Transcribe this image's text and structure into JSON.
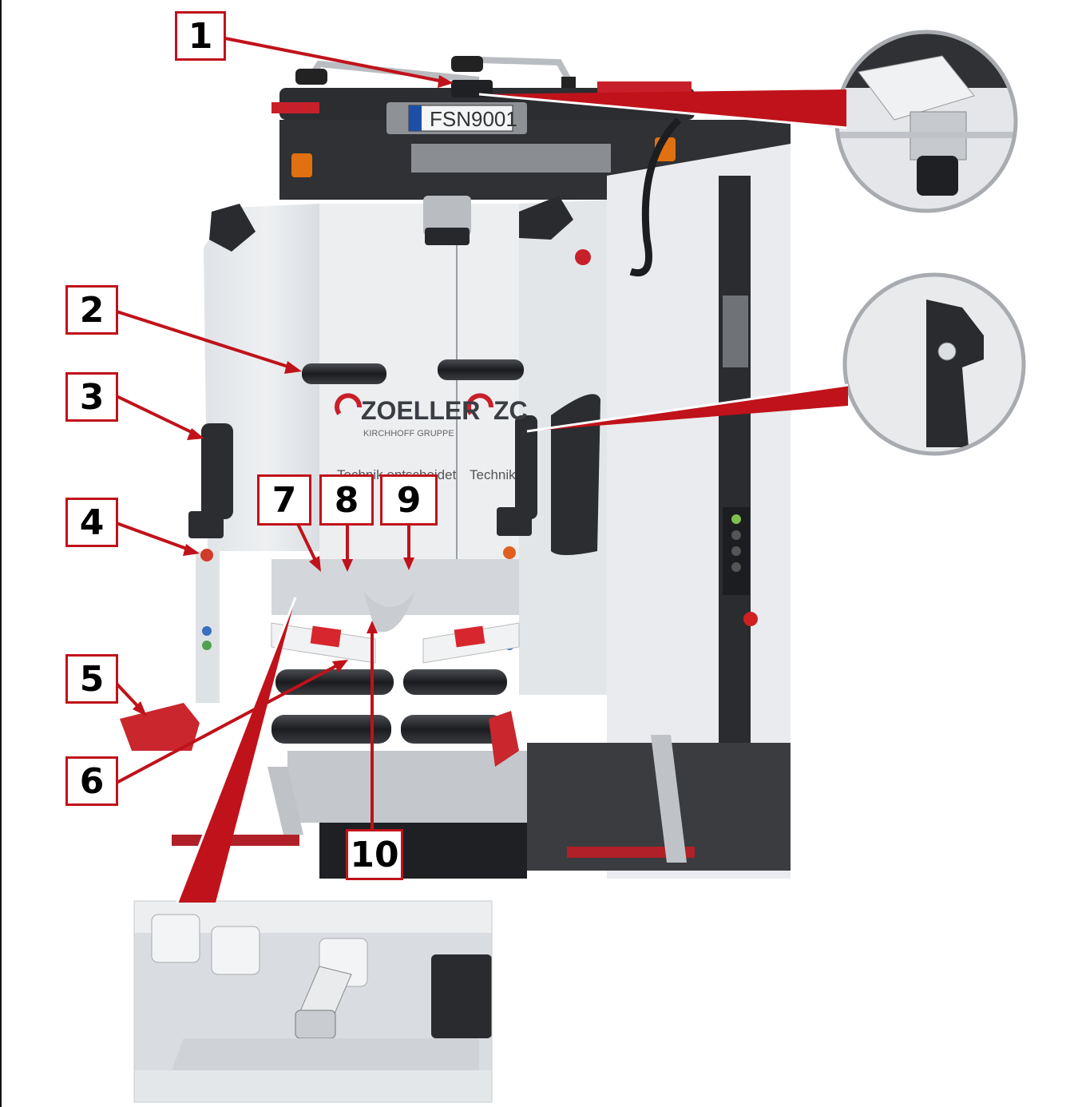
{
  "colors": {
    "callout_border": "#c0121a",
    "leader_line": "#c0121a",
    "truck_body": "#e6e9ec",
    "dark_parts": "#2b2d30",
    "red_accents": "#c8202a"
  },
  "truck": {
    "license_plate": "FSN9001",
    "brand": "ZOELLER",
    "brand_sub": "KIRCHHOFF GRUPPE",
    "slogan": "Technik entscheidet",
    "brand_partial": "ZC",
    "slogan_partial": "Technik"
  },
  "callouts": [
    {
      "id": "1",
      "label": "1"
    },
    {
      "id": "2",
      "label": "2"
    },
    {
      "id": "3",
      "label": "3"
    },
    {
      "id": "4",
      "label": "4"
    },
    {
      "id": "5",
      "label": "5"
    },
    {
      "id": "6",
      "label": "6"
    },
    {
      "id": "7",
      "label": "7"
    },
    {
      "id": "8",
      "label": "8"
    },
    {
      "id": "9",
      "label": "9"
    },
    {
      "id": "10",
      "label": "10"
    }
  ],
  "details": [
    {
      "id": "roof-detail",
      "icon": "roof-camera-bracket-icon"
    },
    {
      "id": "handle-detail",
      "icon": "side-handle-icon"
    },
    {
      "id": "comb-detail",
      "icon": "comb-lifter-latch-icon"
    }
  ]
}
